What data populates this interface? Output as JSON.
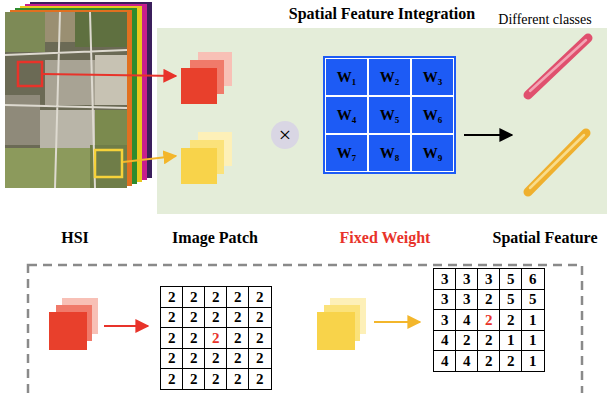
{
  "diagram": {
    "title": "Spatial Feature Integration",
    "nodes": [
      {
        "text": [
          "W₁"
        ]
      },
      {
        "text": [
          "W₂"
        ]
      },
      {
        "text": [
          "W₃"
        ]
      },
      {
        "text": [
          "W₄"
        ]
      },
      {
        "text": [
          "W₅"
        ]
      },
      {
        "text": [
          "W₆"
        ]
      },
      {
        "text": [
          "W₇"
        ]
      },
      {
        "text": [
          "W₈"
        ]
      },
      {
        "text": [
          "W₉"
        ]
      }
    ],
    "labels": [
      "Different classes",
      "HSI",
      "Image Patch",
      "×",
      "Fixed Weight",
      "Spatial Feature",
      "2",
      "2",
      "2",
      "2",
      "2",
      "2",
      "2",
      "2",
      "2",
      "2",
      "2",
      "2",
      "2",
      "2",
      "2",
      "2",
      "2",
      "2",
      "2",
      "2",
      "2",
      "2",
      "2",
      "2",
      "2",
      "3",
      "3",
      "3",
      "5",
      "6",
      "3",
      "3",
      "2",
      "5",
      "5",
      "3",
      "4",
      "2",
      "2",
      "1",
      "4",
      "2",
      "2",
      "1",
      "1",
      "4",
      "4",
      "2",
      "2",
      "1"
    ]
  }
}
